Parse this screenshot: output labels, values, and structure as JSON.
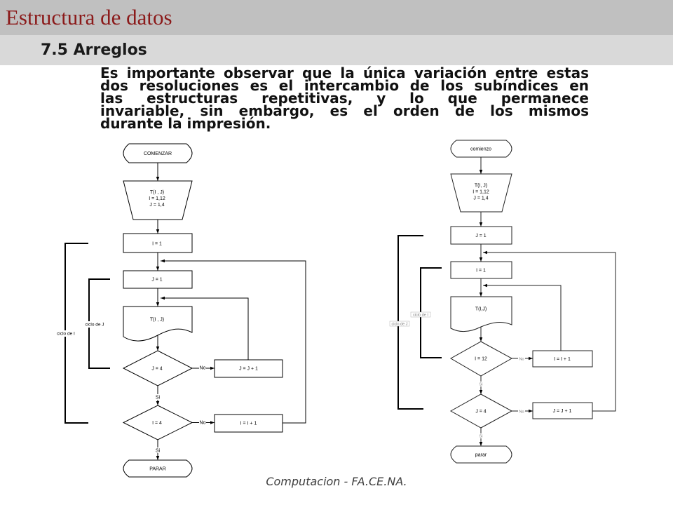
{
  "header": {
    "title": "Estructura de datos"
  },
  "section": {
    "title": "7.5 Arreglos"
  },
  "body": {
    "paragraph_lines": [
      "Es importante observar que la única variación entre estas",
      "dos resoluciones es el intercambio de los subíndices en",
      "las estructuras repetitivas, y lo que permanece",
      "invariable, sin embargo, es el orden de los mismos",
      "durante la impresión."
    ]
  },
  "flowchart_left": {
    "start": "COMENZAR",
    "input_lines": [
      "T(I , J)",
      "I = 1,12",
      "J = 1,4"
    ],
    "step_1": "I = 1",
    "step_2": "J = 1",
    "output": "T(I , J)",
    "decision_1": "J = 4",
    "decision_1_no_action": "J = J + 1",
    "decision_2": "I = 4",
    "decision_2_no_action": "I = I + 1",
    "no_label": "No",
    "yes_label": "Si",
    "end": "PARAR",
    "inner_loop_label": "ciclo de J",
    "outer_loop_label": "ciclo de I"
  },
  "flowchart_right": {
    "start": "comienzo",
    "input_lines": [
      "T(I, J)",
      "I = 1,12",
      "J = 1,4"
    ],
    "step_1": "J = 1",
    "step_2": "I = 1",
    "output": "T(I,J)",
    "decision_1": "I = 12",
    "decision_1_no_action": "I = I + 1",
    "decision_2": "J = 4",
    "decision_2_no_action": "J = J + 1",
    "no_label": "No",
    "yes_label": "Si",
    "end": "parar",
    "inner_loop_label": "ciclo de I",
    "outer_loop_label": "ciclo de J"
  },
  "footer": {
    "text": "Computacion - FA.CE.NA."
  },
  "colors": {
    "title_text": "#8b1a1a",
    "header_band": "#c0c0c0",
    "section_band": "#d9d9d9",
    "background": "#ffffff"
  }
}
